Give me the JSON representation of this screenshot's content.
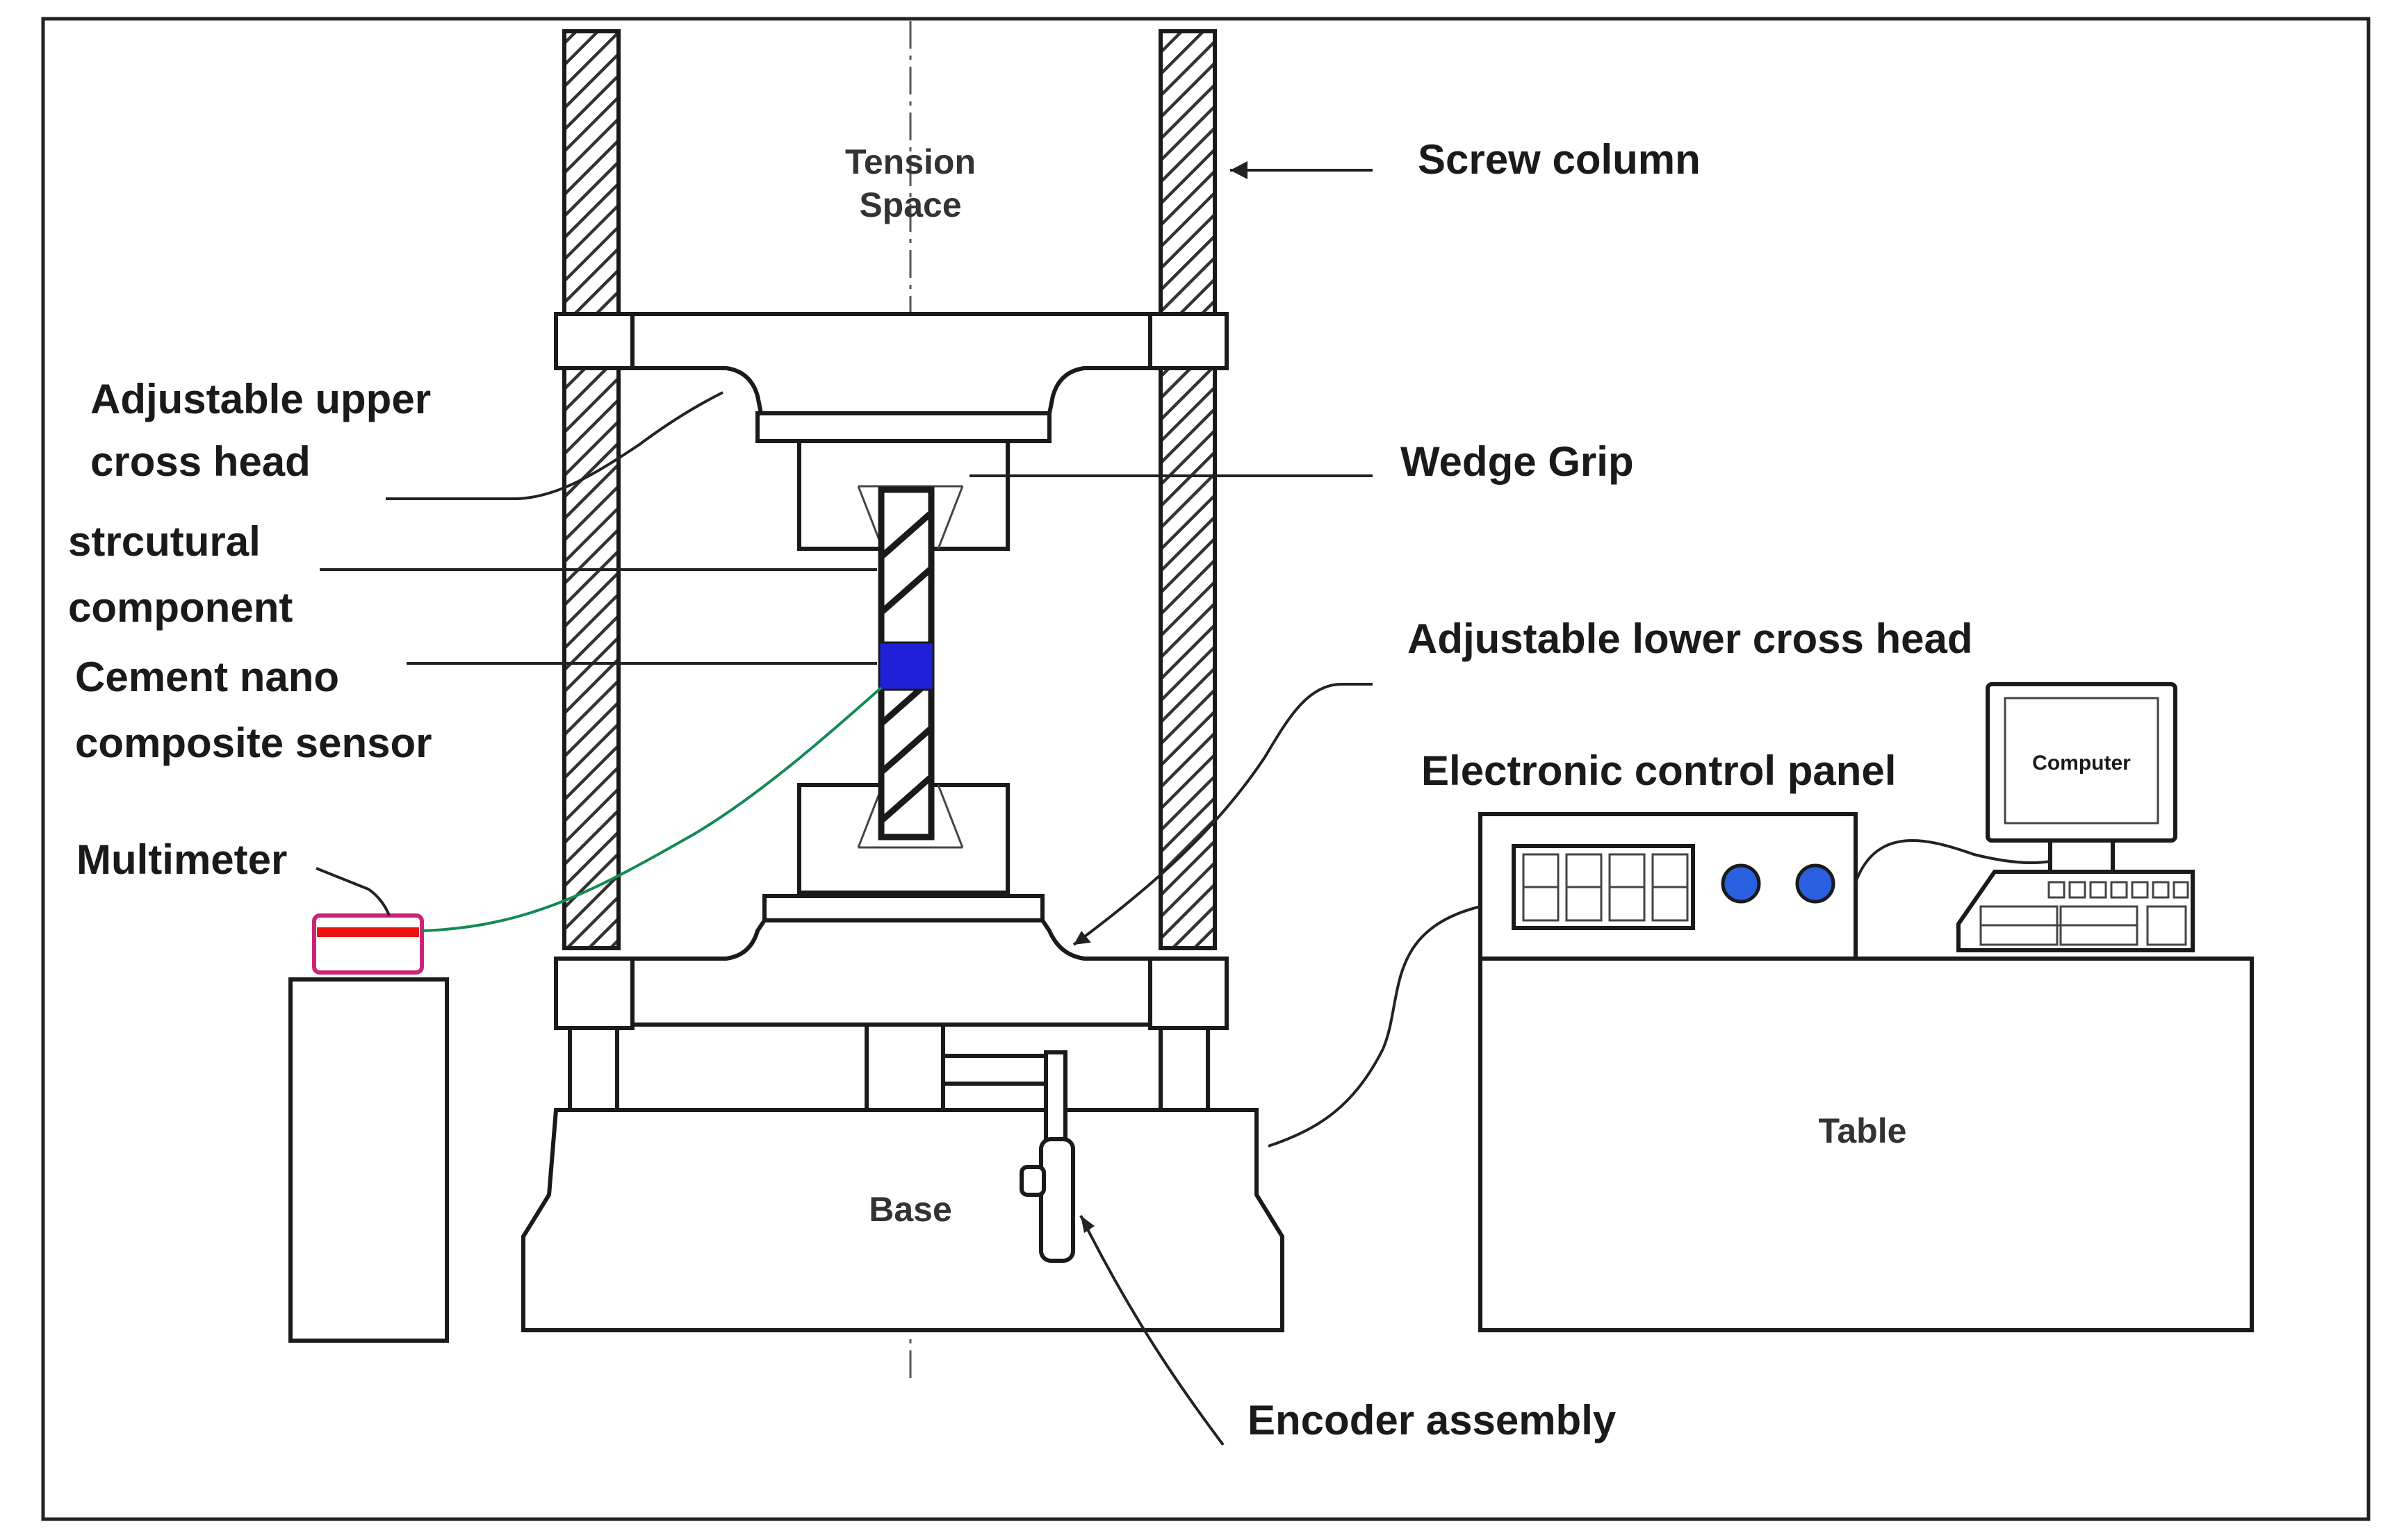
{
  "labels": {
    "tension_space_line1": "Tension",
    "tension_space_line2": "Space",
    "screw_column": "Screw column",
    "upper_cross_head_line1": "Adjustable upper",
    "upper_cross_head_line2": "cross head",
    "wedge_grip": "Wedge Grip",
    "structural_component_line1": "strcutural",
    "structural_component_line2": "component",
    "sensor_line1": "Cement nano",
    "sensor_line2": "composite sensor",
    "lower_cross_head": "Adjustable lower cross head",
    "electronic_control_panel": "Electronic control panel",
    "computer": "Computer",
    "multimeter": "Multimeter",
    "table": "Table",
    "base": "Base",
    "encoder_assembly": "Encoder assembly"
  },
  "colors": {
    "sensor": "#2020d8",
    "sensor_wire": "#138a55",
    "multimeter_body": "#cc2277",
    "multimeter_stripe": "#ee1111",
    "knob": "#2a5fe0"
  }
}
